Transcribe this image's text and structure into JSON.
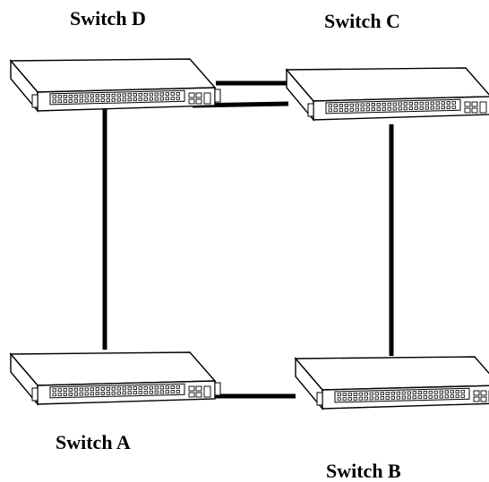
{
  "switches": {
    "d": {
      "label": "Switch D",
      "icon": "network-switch-icon"
    },
    "c": {
      "label": "Switch C",
      "icon": "network-switch-icon"
    },
    "a": {
      "label": "Switch A",
      "icon": "network-switch-icon"
    },
    "b": {
      "label": "Switch B",
      "icon": "network-switch-icon"
    }
  },
  "links": [
    {
      "from": "Switch D",
      "to": "Switch C",
      "count": 2
    },
    {
      "from": "Switch D",
      "to": "Switch A",
      "count": 1
    },
    {
      "from": "Switch C",
      "to": "Switch B",
      "count": 1
    },
    {
      "from": "Switch A",
      "to": "Switch B",
      "count": 1
    }
  ],
  "colors": {
    "line": "#000000",
    "device_outline": "#000000",
    "device_fill": "#ffffff"
  }
}
